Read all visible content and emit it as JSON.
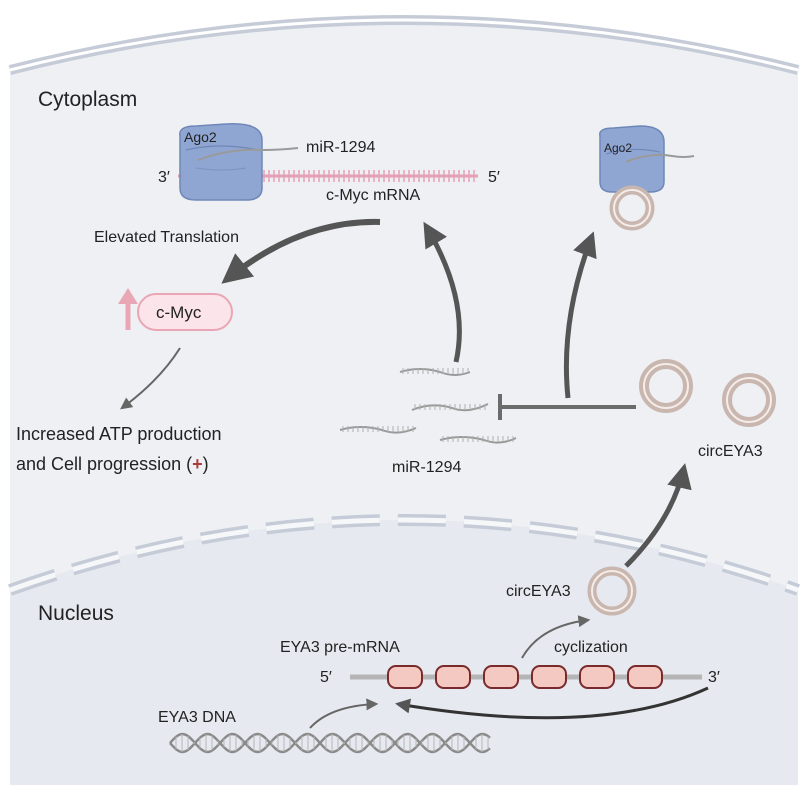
{
  "compartments": {
    "cytoplasm": "Cytoplasm",
    "nucleus": "Nucleus"
  },
  "ago2_complex": {
    "label": "Ago2",
    "mirna_label": "miR-1294",
    "mrna_label": "c-Myc mRNA",
    "end_left": "3′",
    "end_right": "5′"
  },
  "ago2_sponge": {
    "label": "Ago2"
  },
  "translation": {
    "label": "Elevated Translation"
  },
  "cmyc": {
    "label": "c-Myc",
    "up_arrow_color": "#e9a6b4"
  },
  "outcome": {
    "line1": "Increased  ATP production",
    "line2": "and Cell progression (",
    "plus": "+",
    "close": ")",
    "plus_color": "#b03a3a"
  },
  "free_mirna": {
    "label": "miR-1294"
  },
  "circ_cytoplasm": {
    "label": "circEYA3"
  },
  "circ_nucleus": {
    "label": "circEYA3"
  },
  "premrna": {
    "label": "EYA3 pre-mRNA",
    "end_left": "5′",
    "end_right": "3′",
    "exon_count": 6
  },
  "cyclization": {
    "label": "cyclization"
  },
  "dna": {
    "label": "EYA3 DNA"
  },
  "colors": {
    "background": "#eef0f4",
    "membrane": "#c5ccd8",
    "ago2_fill": "#8fa6d2",
    "exon_fill": "#f4c9c2",
    "exon_stroke": "#7a2a2a",
    "circ_ring": "#c9b6ae",
    "arrow": "#555555"
  }
}
